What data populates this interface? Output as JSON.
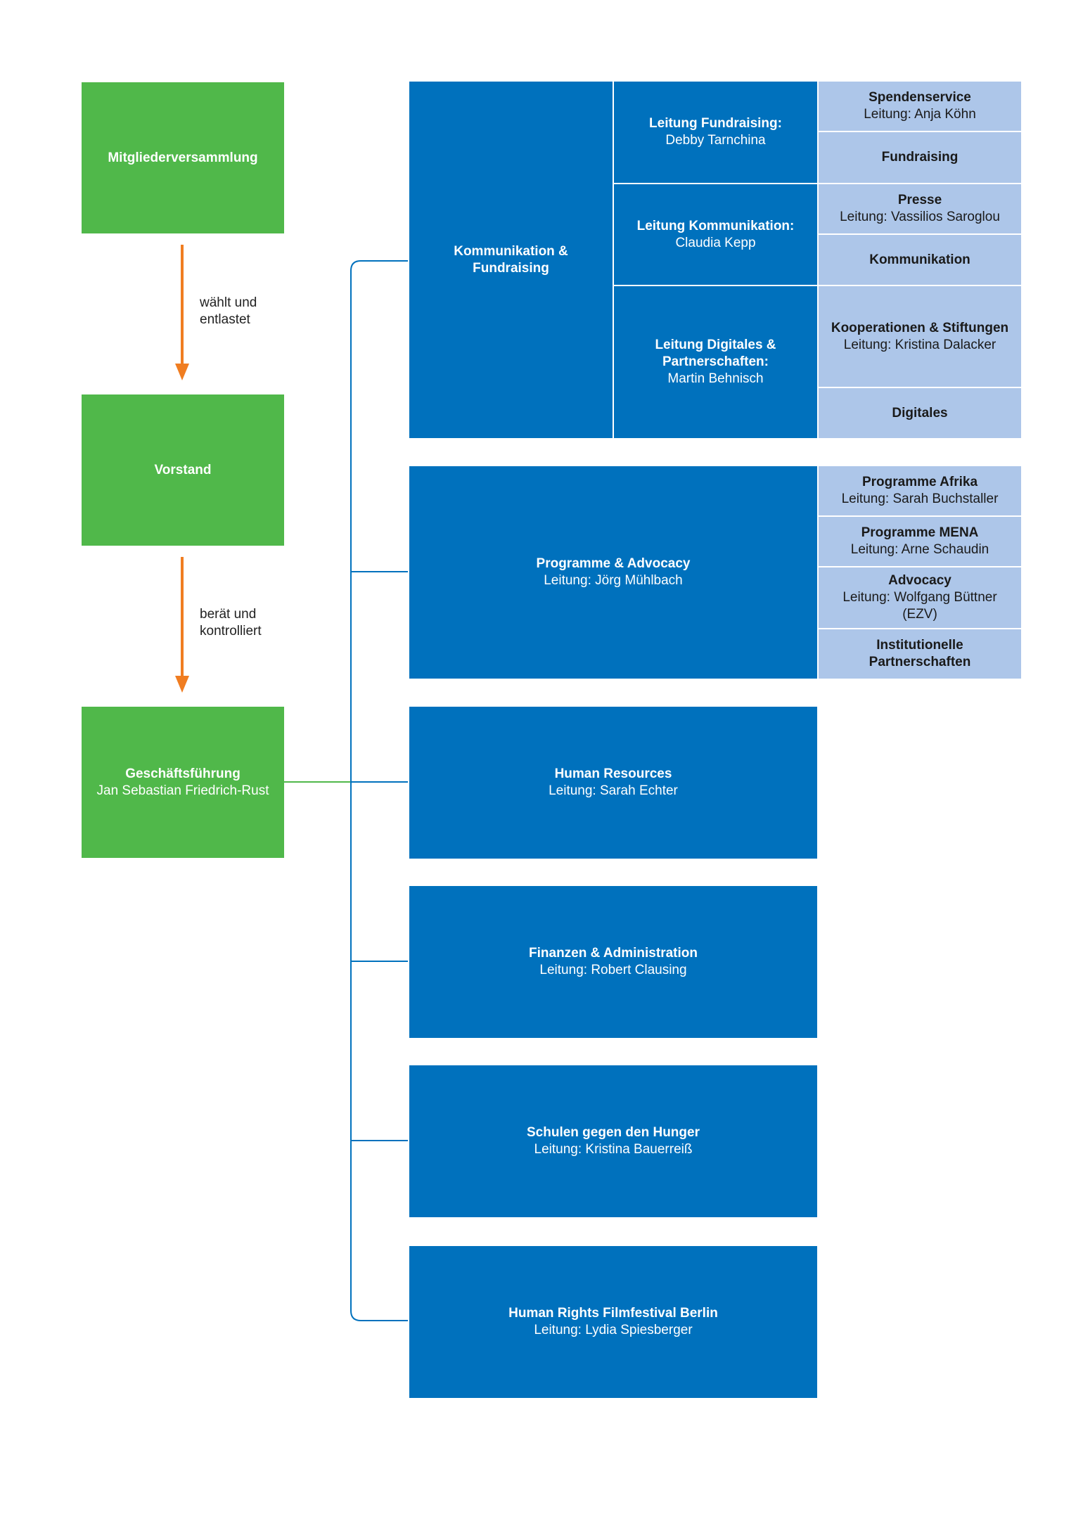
{
  "colors": {
    "governance": "#50b84a",
    "department": "#0071bd",
    "team": "#adc6e9",
    "arrow": "#f07d21",
    "connector": "#0071bd"
  },
  "governance": {
    "mitglieder": {
      "title": "Mitgliederversammlung"
    },
    "arrow1": {
      "line1": "wählt und",
      "line2": "entlastet"
    },
    "vorstand": {
      "title": "Vorstand"
    },
    "arrow2": {
      "line1": "berät und",
      "line2": "kontrolliert"
    },
    "gf": {
      "title": "Geschäftsführung",
      "sub": "Jan Sebastian Friedrich-Rust"
    }
  },
  "kf": {
    "title1": "Kommunikation &",
    "title2": "Fundraising",
    "fundraising": {
      "title": "Leitung Fundraising:",
      "sub": "Debby Tarnchina"
    },
    "kommunikation": {
      "title": "Leitung Kommunikation:",
      "sub": "Claudia Kepp"
    },
    "digitales": {
      "title1": "Leitung Digitales &",
      "title2": "Partnerschaften:",
      "sub": "Martin Behnisch"
    },
    "teams": [
      {
        "title": "Spendenservice",
        "sub": "Leitung: Anja Köhn"
      },
      {
        "title": "Fundraising"
      },
      {
        "title": "Presse",
        "sub": "Leitung: Vassilios Saroglou"
      },
      {
        "title": "Kommunikation"
      },
      {
        "title": "Kooperationen & Stiftungen",
        "sub": "Leitung: Kristina Dalacker"
      },
      {
        "title": "Digitales"
      }
    ]
  },
  "pa": {
    "title": "Programme & Advocacy",
    "sub": "Leitung: Jörg Mühlbach",
    "teams": [
      {
        "title": "Programme Afrika",
        "sub": "Leitung: Sarah Buchstaller"
      },
      {
        "title": "Programme MENA",
        "sub": "Leitung: Arne Schaudin"
      },
      {
        "title": "Advocacy",
        "sub1": "Leitung: Wolfgang Büttner",
        "sub2": "(EZV)"
      },
      {
        "title1": "Institutionelle",
        "title2": "Partnerschaften"
      }
    ]
  },
  "departments": [
    {
      "title": "Human Resources",
      "sub": "Leitung: Sarah Echter"
    },
    {
      "title": "Finanzen & Administration",
      "sub": "Leitung: Robert Clausing"
    },
    {
      "title": "Schulen gegen den Hunger",
      "sub": "Leitung: Kristina Bauerreiß"
    },
    {
      "title": "Human Rights Filmfestival Berlin",
      "sub": "Leitung: Lydia Spiesberger"
    }
  ]
}
